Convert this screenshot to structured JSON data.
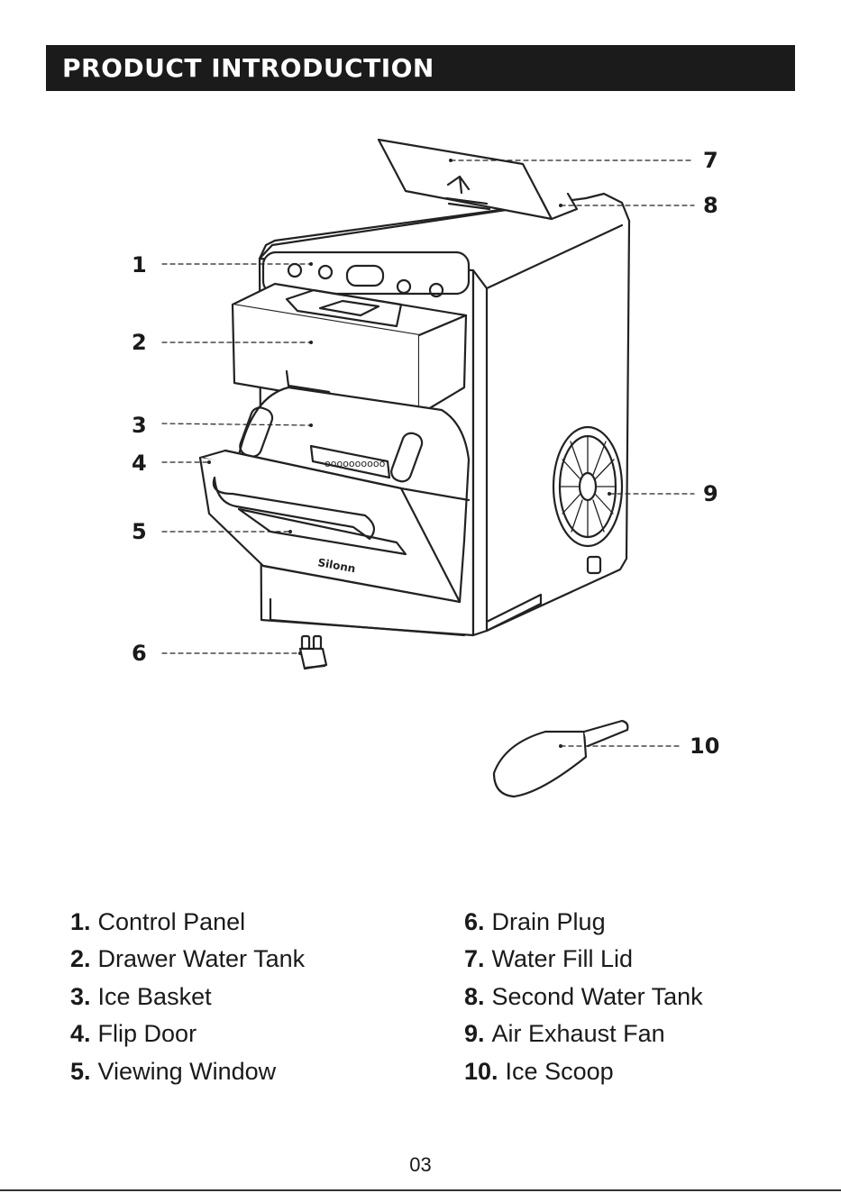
{
  "header": {
    "title": "PRODUCT INTRODUCTION"
  },
  "brand": {
    "logo_text": "Silonn"
  },
  "callouts": [
    "1",
    "2",
    "3",
    "4",
    "5",
    "6",
    "7",
    "8",
    "9",
    "10"
  ],
  "parts": [
    {
      "num": "1.",
      "label": "Control Panel"
    },
    {
      "num": "2.",
      "label": "Drawer Water Tank"
    },
    {
      "num": "3.",
      "label": "Ice Basket"
    },
    {
      "num": "4.",
      "label": "Flip Door"
    },
    {
      "num": "5.",
      "label": "Viewing Window"
    },
    {
      "num": "6.",
      "label": "Drain Plug"
    },
    {
      "num": "7.",
      "label": "Water Fill Lid"
    },
    {
      "num": "8.",
      "label": "Second Water Tank"
    },
    {
      "num": "9.",
      "label": "Air Exhaust Fan"
    },
    {
      "num": "10.",
      "label": "Ice Scoop"
    }
  ],
  "footer": {
    "page_number": "03"
  }
}
